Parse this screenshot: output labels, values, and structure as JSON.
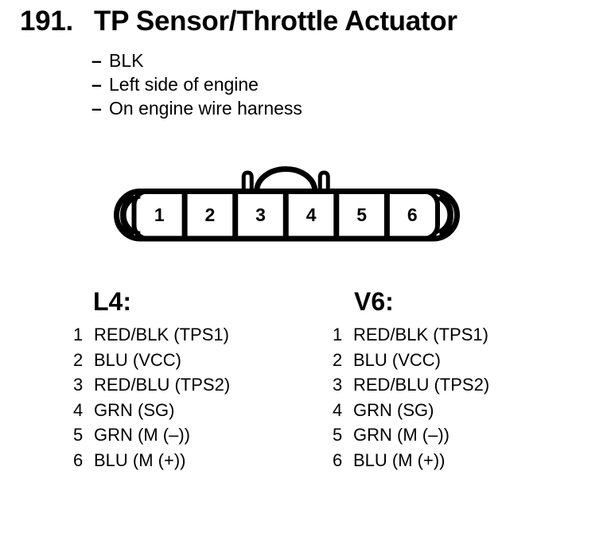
{
  "document": {
    "item_number": "191.",
    "title": "TP Sensor/Throttle Actuator",
    "bullet_dash": "–",
    "details": [
      "BLK",
      "Left side of engine",
      "On engine wire harness"
    ]
  },
  "connector": {
    "type": "6-pin inline connector, front view, latch on top",
    "pins": [
      "1",
      "2",
      "3",
      "4",
      "5",
      "6"
    ]
  },
  "pinouts": {
    "l4": {
      "label": "L4:",
      "rows": [
        {
          "pin": "1",
          "desc": "RED/BLK (TPS1)"
        },
        {
          "pin": "2",
          "desc": "BLU (VCC)"
        },
        {
          "pin": "3",
          "desc": "RED/BLU (TPS2)"
        },
        {
          "pin": "4",
          "desc": "GRN (SG)"
        },
        {
          "pin": "5",
          "desc": "GRN (M (–))"
        },
        {
          "pin": "6",
          "desc": "BLU (M (+))"
        }
      ]
    },
    "v6": {
      "label": "V6:",
      "rows": [
        {
          "pin": "1",
          "desc": "RED/BLK (TPS1)"
        },
        {
          "pin": "2",
          "desc": "BLU (VCC)"
        },
        {
          "pin": "3",
          "desc": "RED/BLU (TPS2)"
        },
        {
          "pin": "4",
          "desc": "GRN (SG)"
        },
        {
          "pin": "5",
          "desc": "GRN (M (–))"
        },
        {
          "pin": "6",
          "desc": "BLU (M (+))"
        }
      ]
    }
  },
  "colors": {
    "ink": "#000000",
    "background": "#ffffff"
  }
}
